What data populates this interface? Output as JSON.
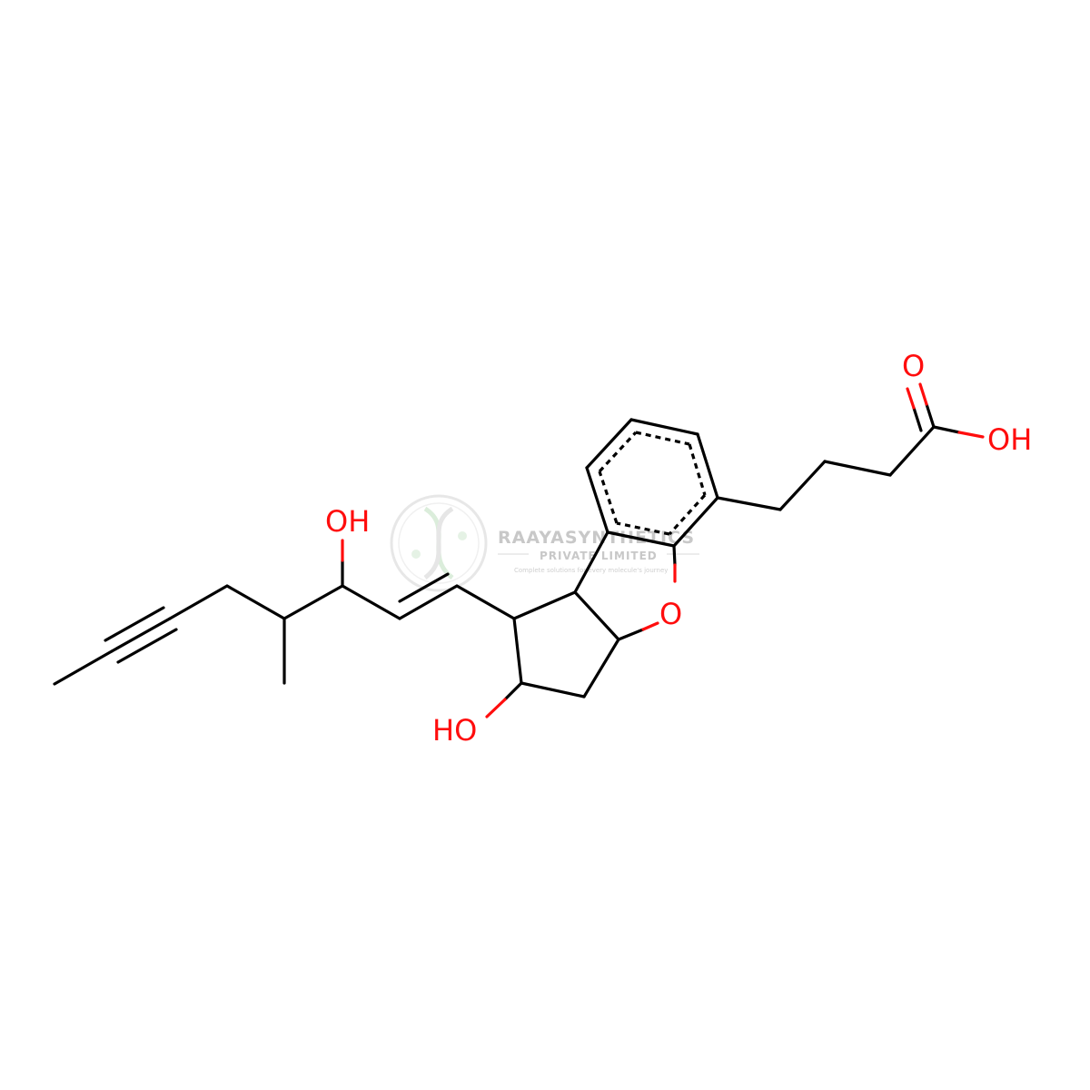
{
  "watermark": {
    "title": "RAAYASYNTHETICS",
    "subtitle": "PRIVATE LIMITED",
    "tagline": "Complete solutions for every molecule's journey"
  },
  "colors": {
    "bond": "#000000",
    "heteroatom_oxygen": "#ff0d0d",
    "watermark": "#c8c8c8",
    "background": "#ffffff"
  },
  "atoms": {
    "carboxyl_carbonyl_o": "O",
    "carboxyl_oh": "OH",
    "ring_ether_o": "O",
    "side_chain_oh": "OH",
    "ring_oh": "HO"
  }
}
